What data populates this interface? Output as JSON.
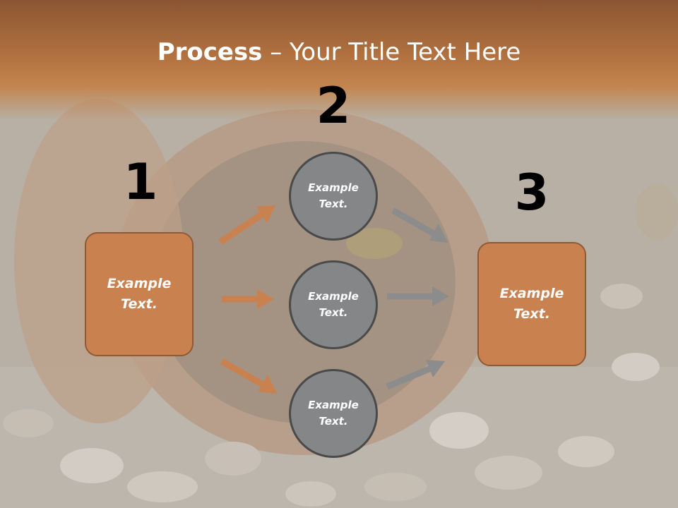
{
  "title": {
    "bold": "Process",
    "rest": " – Your Title Text Here"
  },
  "steps": {
    "n1": "1",
    "n2": "2",
    "n3": "3"
  },
  "left_box": {
    "text": "Example\nText."
  },
  "right_box": {
    "text": "Example\nText."
  },
  "circles": [
    {
      "text": "Example\nText."
    },
    {
      "text": "Example\nText."
    },
    {
      "text": "Example\nText."
    }
  ],
  "colors": {
    "box_fill": "#c8814f",
    "circle_fill": "#848688",
    "orange_arrow": "#c8814f",
    "gray_arrow": "#8c8c8c"
  }
}
